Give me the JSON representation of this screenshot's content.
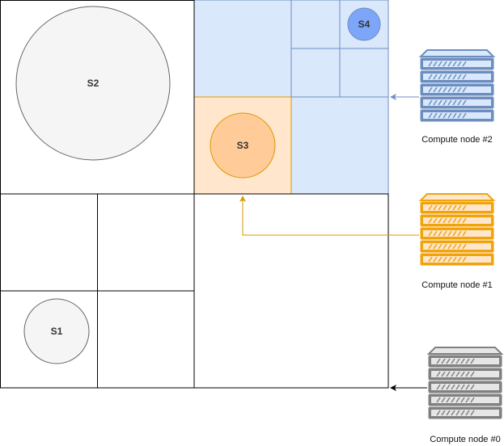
{
  "colors": {
    "grid_stroke": "#000000",
    "blue_fill": "#dae8fc",
    "blue_stroke": "#6c8ebf",
    "orange_fill": "#ffe6cc",
    "orange_stroke": "#d79b00",
    "circle_gray_fill": "#f5f5f5",
    "circle_gray_stroke": "#666666",
    "circle_orange_fill": "#ffcc99",
    "circle_blue_fill": "#7ea6f8",
    "server_gray": "#808080",
    "server_orange": "#f0a30a",
    "server_blue": "#6c8ebf"
  },
  "circles": {
    "s1": "S1",
    "s2": "S2",
    "s3": "S3",
    "s4": "S4"
  },
  "nodes": {
    "node0": {
      "label": "Compute node #0",
      "icon": "server-rack-icon"
    },
    "node1": {
      "label": "Compute node #1",
      "icon": "server-rack-icon"
    },
    "node2": {
      "label": "Compute node #2",
      "icon": "server-rack-icon"
    }
  }
}
